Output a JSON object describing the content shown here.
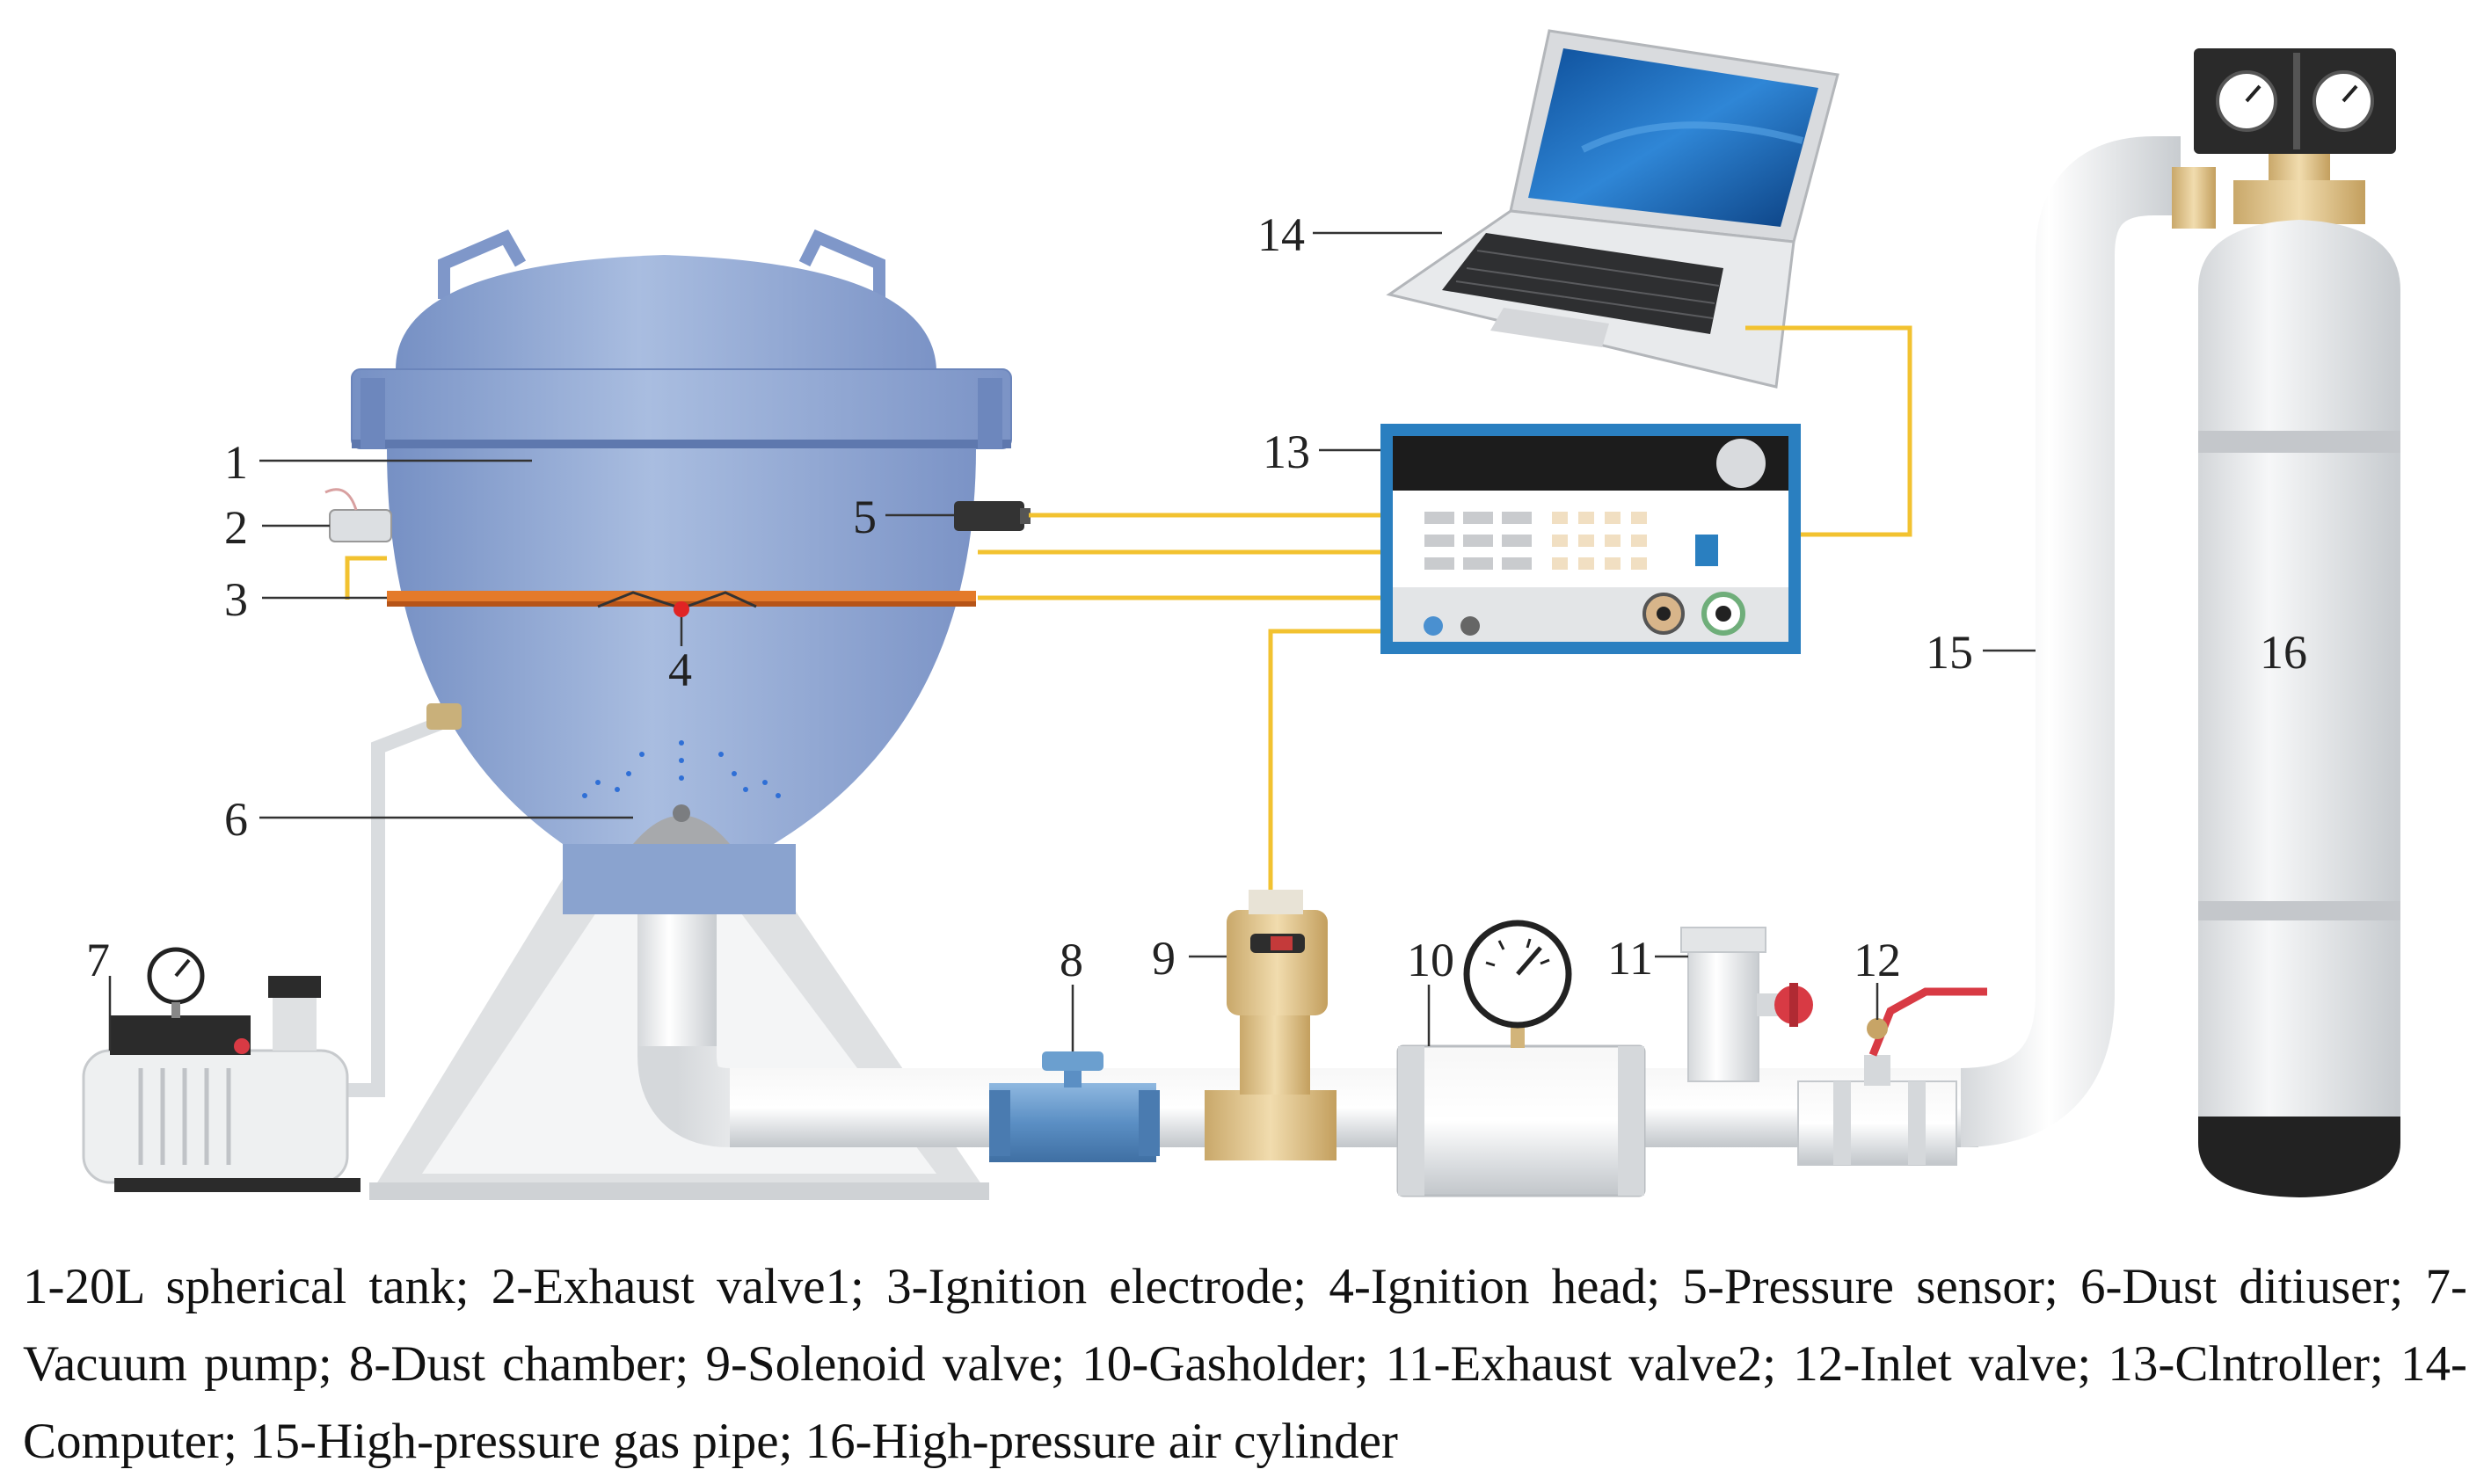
{
  "labels": {
    "n1": "1",
    "n2": "2",
    "n3": "3",
    "n4": "4",
    "n5": "5",
    "n6": "6",
    "n7": "7",
    "n8": "8",
    "n9": "9",
    "n10": "10",
    "n11": "11",
    "n12": "12",
    "n13": "13",
    "n14": "14",
    "n15": "15",
    "n16": "16"
  },
  "caption": "1-20L spherical tank; 2-Exhaust valve1; 3-Ignition electrode; 4-Ignition head; 5-Pressure sensor; 6-Dust ditiuser; 7-Vacuum pump; 8-Dust chamber; 9-Solenoid valve; 10-Gasholder; 11-Exhaust valve2; 12-Inlet valve; 13-Clntroller; 14-Computer; 15-High-pressure gas pipe; 16-High-pressure air cylinder",
  "colors": {
    "tank": "#8fa9d4",
    "controller_frame": "#2a7fc0",
    "wire": "#f2c230",
    "cylinder": "#e6e8ea",
    "dust_chamber": "#6b9fcf",
    "solenoid": "#dcc08a",
    "valve_handle": "#d83a44"
  }
}
